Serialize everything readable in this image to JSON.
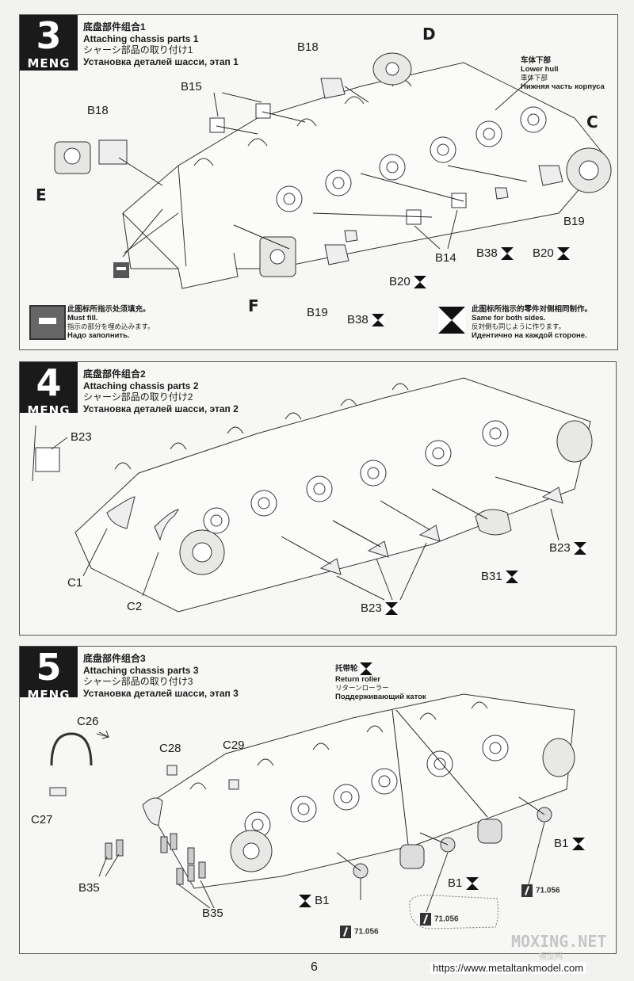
{
  "brand": "MENG",
  "steps": [
    {
      "number": "3",
      "title_zh": "底盘部件组合1",
      "title_en": "Attaching chassis parts 1",
      "title_ja": "シャーシ部品の取り付け1",
      "title_ru": "Установка деталей шасси, этап 1",
      "labels": {
        "b18a": "B18",
        "b18b": "B18",
        "d": "D",
        "b15": "B15",
        "c": "C",
        "e": "E",
        "f": "F",
        "b19a": "B19",
        "b19b": "B19",
        "b14": "B14",
        "b38a": "B38",
        "b38b": "B38",
        "b20a": "B20",
        "b20b": "B20"
      },
      "hull_label": {
        "zh": "车体下部",
        "en": "Lower hull",
        "ja": "車体下部",
        "ru": "Нижняя часть корпуса"
      },
      "fill_note": {
        "zh": "此图标所指示处须填充。",
        "en": "Must fill.",
        "ja": "指示の部分を埋め込みます。",
        "ru": "Надо заполнить."
      },
      "sides_note": {
        "zh": "此图标所指示的零件对侧相同制作。",
        "en": "Same for both sides.",
        "ja": "反対側も同じように作ります。",
        "ru": "Идентично на каждой стороне."
      }
    },
    {
      "number": "4",
      "title_zh": "底盘部件组合2",
      "title_en": "Attaching chassis parts 2",
      "title_ja": "シャーシ部品の取り付け2",
      "title_ru": "Установка деталей шасси, этап 2",
      "labels": {
        "b23a": "B23",
        "b23b": "B23",
        "b23c": "B23",
        "c1": "C1",
        "c2": "C2",
        "b31": "B31"
      }
    },
    {
      "number": "5",
      "title_zh": "底盘部件组合3",
      "title_en": "Attaching chassis parts 3",
      "title_ja": "シャーシ部品の取り付け3",
      "title_ru": "Установка деталей шасси, этап 3",
      "labels": {
        "c26": "C26",
        "c27": "C27",
        "c28": "C28",
        "c29": "C29",
        "b35a": "B35",
        "b35b": "B35",
        "b1a": "B1",
        "b1b": "B1",
        "b1c": "B1"
      },
      "return_roller": {
        "zh": "托带轮",
        "en": "Return roller",
        "ja": "リターンローラー",
        "ru": "Поддерживающий каток"
      },
      "paint_code": "71.056"
    }
  ],
  "page_number": "6",
  "url": "https://www.metaltankmodel.com",
  "watermark": "MOXING.NET",
  "watermark_sub": "模型网"
}
